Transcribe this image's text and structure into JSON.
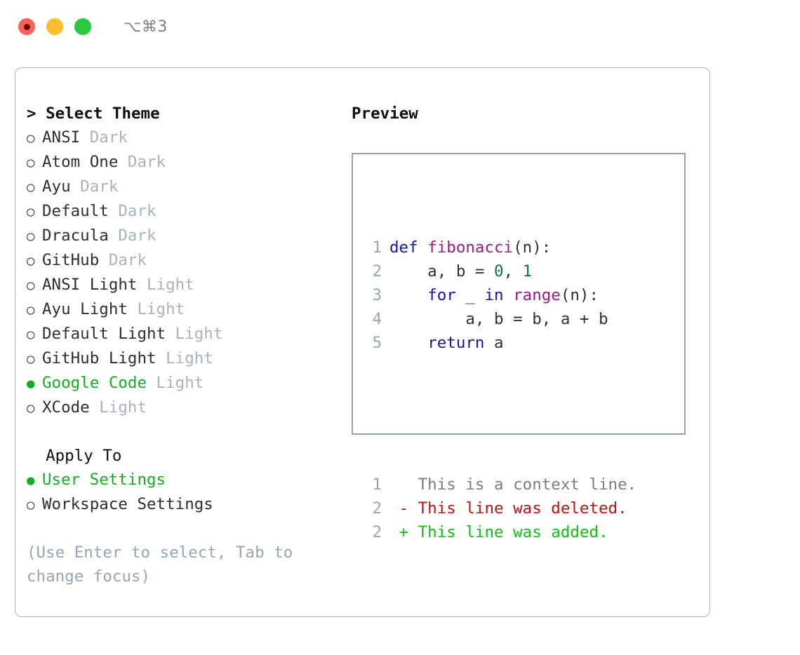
{
  "titlebar": {
    "shortcut": "⌥⌘3",
    "buttons": [
      {
        "name": "close",
        "color": "#fb6158"
      },
      {
        "name": "minimize",
        "color": "#fdbd2e"
      },
      {
        "name": "zoom",
        "color": "#28c83f"
      }
    ]
  },
  "theme_section": {
    "prefix": ">",
    "heading": "Select Theme",
    "focused": true,
    "items": [
      {
        "label": "ANSI",
        "meta": "Dark",
        "selected": false,
        "bullet": "○"
      },
      {
        "label": "Atom One",
        "meta": "Dark",
        "selected": false,
        "bullet": "○"
      },
      {
        "label": "Ayu",
        "meta": "Dark",
        "selected": false,
        "bullet": "○"
      },
      {
        "label": "Default",
        "meta": "Dark",
        "selected": false,
        "bullet": "○"
      },
      {
        "label": "Dracula",
        "meta": "Dark",
        "selected": false,
        "bullet": "○"
      },
      {
        "label": "GitHub",
        "meta": "Dark",
        "selected": false,
        "bullet": "○"
      },
      {
        "label": "ANSI Light",
        "meta": "Light",
        "selected": false,
        "bullet": "○"
      },
      {
        "label": "Ayu Light",
        "meta": "Light",
        "selected": false,
        "bullet": "○"
      },
      {
        "label": "Default Light",
        "meta": "Light",
        "selected": false,
        "bullet": "○"
      },
      {
        "label": "GitHub Light",
        "meta": "Light",
        "selected": false,
        "bullet": "○"
      },
      {
        "label": "Google Code",
        "meta": "Light",
        "selected": true,
        "bullet": "●"
      },
      {
        "label": "XCode",
        "meta": "Light",
        "selected": false,
        "bullet": "○"
      }
    ]
  },
  "apply_section": {
    "heading": "Apply To",
    "focused": false,
    "items": [
      {
        "label": "User Settings",
        "meta": "",
        "selected": true,
        "bullet": "●"
      },
      {
        "label": "Workspace Settings",
        "meta": "",
        "selected": false,
        "bullet": "○"
      }
    ]
  },
  "hint": "(Use Enter to select, Tab to change focus)",
  "preview": {
    "heading": "Preview",
    "code_lines": [
      {
        "no": "1",
        "tokens": [
          {
            "t": "def ",
            "c": "kw"
          },
          {
            "t": "fibonacci",
            "c": "fn"
          },
          {
            "t": "(n):",
            "c": "pl"
          }
        ]
      },
      {
        "no": "2",
        "tokens": [
          {
            "t": "    a, b = ",
            "c": "pl"
          },
          {
            "t": "0",
            "c": "num"
          },
          {
            "t": ", ",
            "c": "pl"
          },
          {
            "t": "1",
            "c": "num"
          }
        ]
      },
      {
        "no": "3",
        "tokens": [
          {
            "t": "    ",
            "c": "pl"
          },
          {
            "t": "for",
            "c": "kw"
          },
          {
            "t": " _ ",
            "c": "pl"
          },
          {
            "t": "in",
            "c": "kw"
          },
          {
            "t": " ",
            "c": "pl"
          },
          {
            "t": "range",
            "c": "fn"
          },
          {
            "t": "(n):",
            "c": "pl"
          }
        ]
      },
      {
        "no": "4",
        "tokens": [
          {
            "t": "        a, b = b, a + b",
            "c": "pl"
          }
        ]
      },
      {
        "no": "5",
        "tokens": [
          {
            "t": "    ",
            "c": "pl"
          },
          {
            "t": "return",
            "c": "kw"
          },
          {
            "t": " a",
            "c": "pl"
          }
        ]
      }
    ],
    "diff_lines": [
      {
        "no": "1",
        "marker": " ",
        "text": " This is a context line.",
        "kind": "context"
      },
      {
        "no": "2",
        "marker": "-",
        "text": " This line was deleted.",
        "kind": "del"
      },
      {
        "no": "2",
        "marker": "+",
        "text": " This line was added.",
        "kind": "add"
      }
    ]
  },
  "colors": {
    "accent_green": "#12b021",
    "muted": "#aab2bf",
    "border": "#96a0b0",
    "keyword": "#1515a8",
    "function": "#9c1a88",
    "number": "#116a6a",
    "diff_delete": "#c21010",
    "diff_add": "#12c012"
  }
}
